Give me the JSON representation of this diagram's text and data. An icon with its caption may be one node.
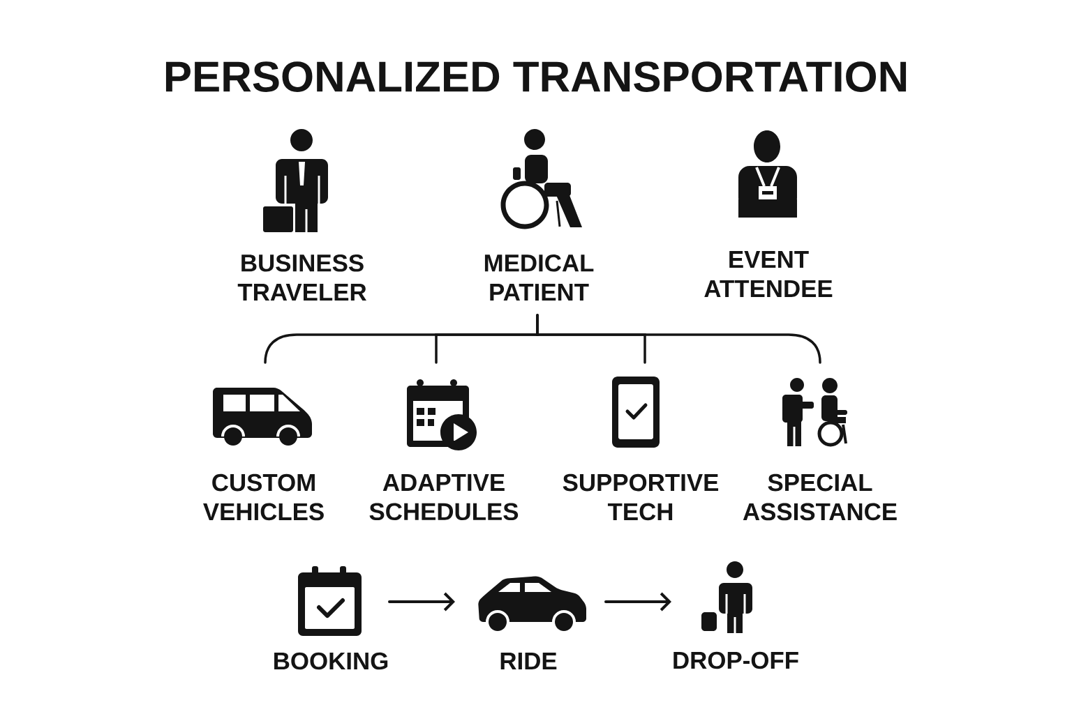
{
  "diagram": {
    "title": "PERSONALIZED TRANSPORTATION",
    "nodes": [
      {
        "text": [
          "BUSINESS TRAVELER"
        ]
      },
      {
        "text": [
          "MEDICAL PATIENT"
        ]
      },
      {
        "text": [
          "EVENT ATTENDEE"
        ]
      },
      {
        "text": [
          "CUSTOM VEHICLES"
        ]
      },
      {
        "text": [
          "ADAPTIVE SCHEDULES"
        ]
      },
      {
        "text": [
          "SUPPORTIVE TECH"
        ]
      },
      {
        "text": [
          "SPECIAL ASSISTANCE"
        ]
      },
      {
        "text": [
          "BOOKING"
        ]
      },
      {
        "text": [
          "RIDE"
        ]
      },
      {
        "text": [
          "DROP-OFF"
        ]
      }
    ],
    "edges": [
      {
        "from": 1,
        "to": 3,
        "arrow": "none"
      },
      {
        "from": 1,
        "to": 4,
        "arrow": "none"
      },
      {
        "from": 1,
        "to": 5,
        "arrow": "none"
      },
      {
        "from": 1,
        "to": 6,
        "arrow": "none"
      },
      {
        "from": 7,
        "to": 8,
        "arrow": "to"
      },
      {
        "from": 8,
        "to": 9,
        "arrow": "to"
      }
    ]
  }
}
